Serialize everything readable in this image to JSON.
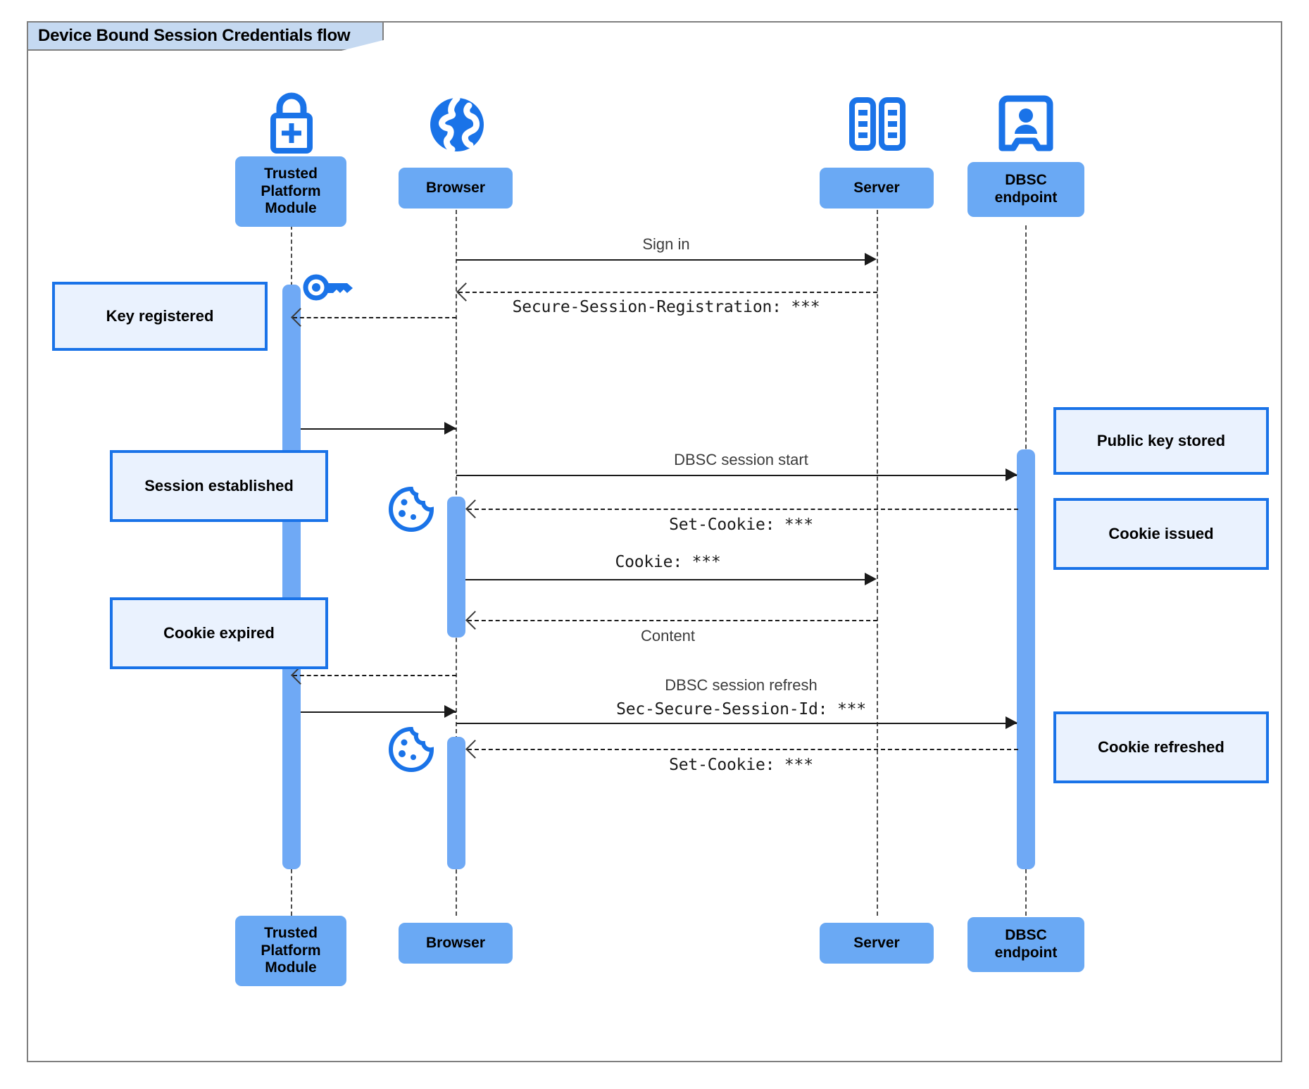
{
  "diagram": {
    "title": "Device Bound Session Credentials flow",
    "type": "sequence-diagram",
    "colors": {
      "participant_fill": "#6aa9f4",
      "activation_fill": "#6fa9f5",
      "note_fill": "#eaf2fe",
      "note_border": "#1a73e8",
      "icon_blue": "#1a73e8",
      "frame_border": "#7f7f7f",
      "title_tab_fill": "#c5d9f1",
      "line": "#1a1a1a"
    }
  },
  "participants": [
    {
      "id": "tpm",
      "label": "Trusted Platform Module",
      "icon": "lock-plus-icon"
    },
    {
      "id": "browser",
      "label": "Browser",
      "icon": "globe-icon"
    },
    {
      "id": "server",
      "label": "Server",
      "icon": "server-rack-icon"
    },
    {
      "id": "dbsc",
      "label": "DBSC endpoint",
      "icon": "id-badge-icon"
    }
  ],
  "messages": [
    {
      "id": "m1",
      "label": "Sign in",
      "style": "plain",
      "from": "browser",
      "to": "server",
      "line": "solid"
    },
    {
      "id": "m2",
      "label": "Secure-Session-Registration: ***",
      "style": "mono",
      "from": "server",
      "to": "browser",
      "line": "dashed"
    },
    {
      "id": "m3",
      "label": "",
      "style": "plain",
      "from": "browser",
      "to": "tpm",
      "line": "dashed"
    },
    {
      "id": "m4",
      "label": "",
      "style": "plain",
      "from": "tpm",
      "to": "browser",
      "line": "solid"
    },
    {
      "id": "m5",
      "label": "DBSC session start",
      "style": "plain",
      "from": "browser",
      "to": "dbsc",
      "line": "solid"
    },
    {
      "id": "m6",
      "label": "Set-Cookie: ***",
      "style": "mono",
      "from": "dbsc",
      "to": "browser",
      "line": "dashed"
    },
    {
      "id": "m7",
      "label": "Cookie: ***",
      "style": "mono",
      "from": "browser",
      "to": "server",
      "line": "solid"
    },
    {
      "id": "m8",
      "label": "Content",
      "style": "plain",
      "from": "server",
      "to": "browser",
      "line": "dashed"
    },
    {
      "id": "m9",
      "label": "",
      "style": "plain",
      "from": "browser",
      "to": "tpm",
      "line": "dashed"
    },
    {
      "id": "m10",
      "label": "",
      "style": "plain",
      "from": "tpm",
      "to": "browser",
      "line": "solid"
    },
    {
      "id": "m11a",
      "label": "DBSC session refresh",
      "style": "plain",
      "from": "browser",
      "to": "dbsc",
      "line": "solid"
    },
    {
      "id": "m11b",
      "label": "Sec-Secure-Session-Id: ***",
      "style": "mono",
      "from": "browser",
      "to": "dbsc",
      "line": "solid"
    },
    {
      "id": "m12",
      "label": "Set-Cookie: ***",
      "style": "mono",
      "from": "dbsc",
      "to": "browser",
      "line": "dashed"
    }
  ],
  "notes": [
    {
      "id": "n1",
      "label": "Key registered",
      "side": "left",
      "target": "tpm"
    },
    {
      "id": "n2",
      "label": "Session established",
      "side": "left",
      "target": "tpm"
    },
    {
      "id": "n3",
      "label": "Cookie expired",
      "side": "left",
      "target": "tpm"
    },
    {
      "id": "n4",
      "label": "Public key stored",
      "side": "right",
      "target": "dbsc"
    },
    {
      "id": "n5",
      "label": "Cookie issued",
      "side": "right",
      "target": "dbsc"
    },
    {
      "id": "n6",
      "label": "Cookie refreshed",
      "side": "right",
      "target": "dbsc"
    }
  ],
  "inline_icons": [
    {
      "id": "key1",
      "name": "key-icon",
      "near": "tpm"
    },
    {
      "id": "cookie1",
      "name": "cookie-icon",
      "near": "browser"
    },
    {
      "id": "cookie2",
      "name": "cookie-icon",
      "near": "browser"
    }
  ]
}
